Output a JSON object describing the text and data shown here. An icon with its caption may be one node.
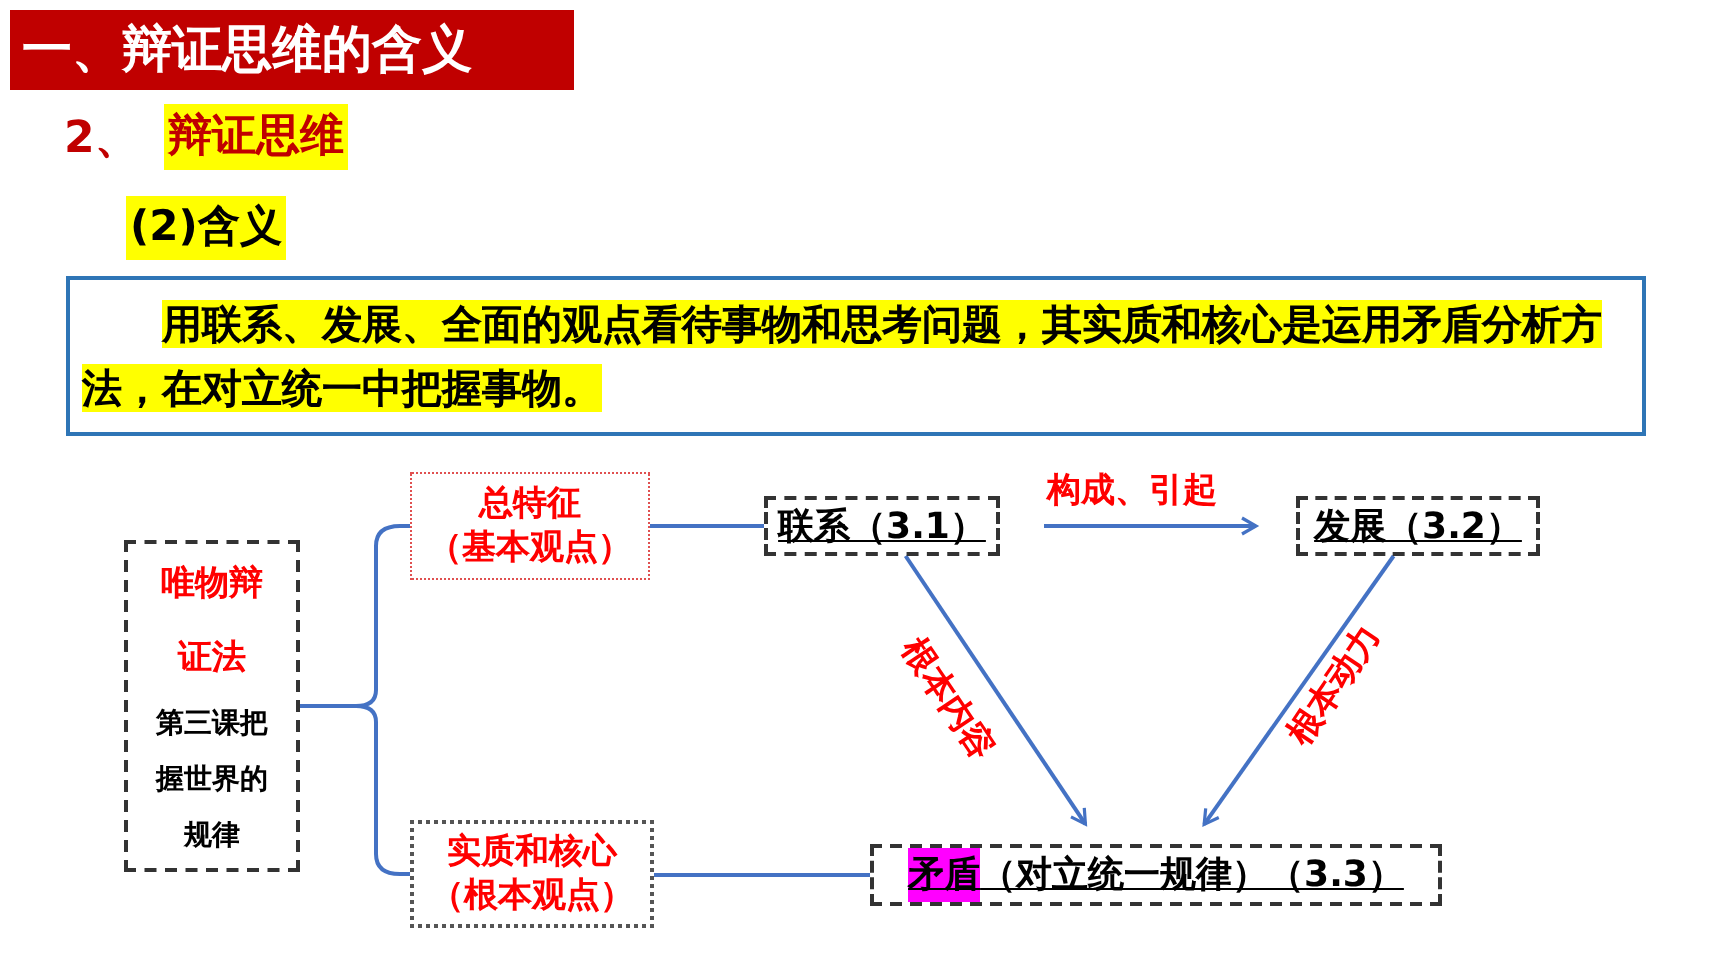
{
  "diagram": {
    "title": "一、辩证思维的含义",
    "nodes": [
      {
        "text": [
          "唯物辩证法",
          "第三课把握世界的规律"
        ]
      },
      {
        "text": [
          "总特征",
          "（基本观点）"
        ]
      },
      {
        "text": [
          "实质和核心",
          "（根本观点）"
        ]
      },
      {
        "text": [
          "联系（3.1）"
        ]
      },
      {
        "text": [
          "发展（3.2）"
        ]
      },
      {
        "text": [
          "矛盾",
          "（对立统一规律）（3.3）"
        ]
      }
    ],
    "edges": [
      {
        "from": 0,
        "to": 1,
        "arrow": "none"
      },
      {
        "from": 0,
        "to": 2,
        "arrow": "none"
      },
      {
        "from": 1,
        "to": 3,
        "arrow": "none"
      },
      {
        "from": 2,
        "to": 5,
        "arrow": "none"
      },
      {
        "from": 3,
        "to": 4,
        "arrow": "to",
        "label": "构成、引起"
      },
      {
        "from": 3,
        "to": 5,
        "arrow": "to",
        "label": "**根本**内容"
      },
      {
        "from": 4,
        "to": 5,
        "arrow": "to",
        "label": "**根本**动力"
      }
    ],
    "labels": [
      "2、",
      "辩证思维",
      "(2)含义",
      "用联系、发展、全面的观点看待事物和思考问题，其实质和核心是运用矛盾分析方法，在对立统一中把握事物。"
    ]
  }
}
